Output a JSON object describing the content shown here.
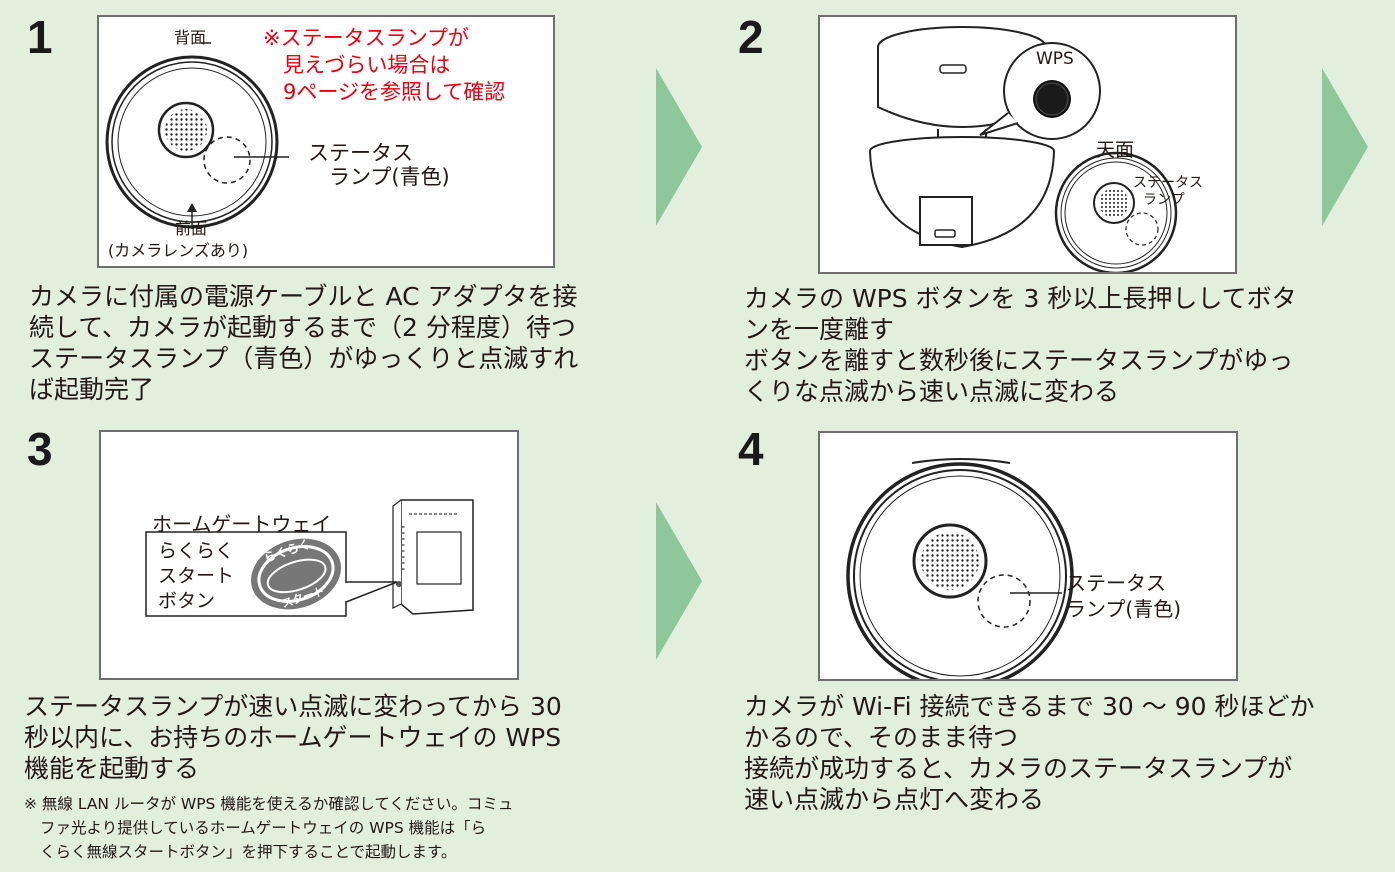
{
  "colors": {
    "background": "#e3efdd",
    "arrow": "#8ec89a",
    "warning_text": "#e60012",
    "frame_border": "#6f6f6f"
  },
  "steps": [
    {
      "number": "1",
      "labels": {
        "back": "背面",
        "warning_lines": [
          "※ステータスランプが",
          "見えづらい場合は",
          "9ページを参照して確認"
        ],
        "lamp_lines": [
          "ステータス",
          "ランプ(青色)"
        ],
        "front_lines": [
          "前面",
          "(カメラレンズあり)"
        ]
      },
      "description": [
        "カメラに付属の電源ケーブルと AC アダプタを接",
        "続して、カメラが起動するまで（2 分程度）待つ",
        "ステータスランプ（青色）がゆっくりと点滅すれ",
        "ば起動完了"
      ]
    },
    {
      "number": "2",
      "labels": {
        "wps": "WPS",
        "top": "天面",
        "lamp_lines": [
          "ステータス",
          "ランプ"
        ]
      },
      "description": [
        "カメラの WPS ボタンを 3 秒以上長押ししてボタ",
        "ンを一度離す",
        "ボタンを離すと数秒後にステータスランプがゆっ",
        "くりな点滅から速い点滅に変わる"
      ]
    },
    {
      "number": "3",
      "labels": {
        "gateway": "ホームゲートウェイ",
        "button_lines": [
          "らくらく",
          "スタート",
          "ボタン"
        ],
        "badge_top": "らくらく",
        "badge_bottom": "スタート"
      },
      "description": [
        "ステータスランプが速い点滅に変わってから 30",
        "秒以内に、お持ちのホームゲートウェイの WPS",
        "機能を起動する"
      ],
      "note": [
        "※ 無線 LAN ルータが WPS 機能を使えるか確認してください。コミュ",
        "ファ光より提供しているホームゲートウェイの WPS 機能は「ら",
        "くらく無線スタートボタン」を押下することで起動します。"
      ]
    },
    {
      "number": "4",
      "labels": {
        "lamp_lines": [
          "ステータス",
          "ランプ(青色)"
        ]
      },
      "description": [
        "カメラが Wi-Fi 接続できるまで 30 〜 90 秒ほどか",
        "かるので、そのまま待つ",
        "接続が成功すると、カメラのステータスランプが",
        "速い点滅から点灯へ変わる"
      ]
    }
  ]
}
